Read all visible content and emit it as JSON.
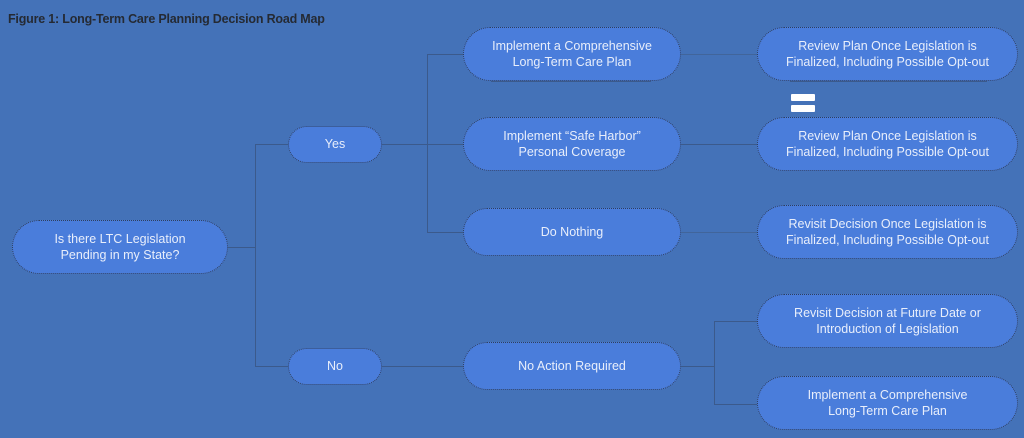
{
  "figure": {
    "title": "Figure 1: Long-Term Care Planning Decision Road Map",
    "background_color": "#4472b8",
    "node_fill_color": "#4a7ddb",
    "node_border_color": "#2f3f5c",
    "node_text_color": "#e8eefb",
    "title_color": "#252a33",
    "connector_color": "#3b5a8c"
  },
  "nodes": {
    "root": {
      "line1": "Is there LTC Legislation",
      "line2": "Pending in my State?"
    },
    "branch_yes": {
      "label": "Yes"
    },
    "branch_no": {
      "label": "No"
    },
    "yes_children": [
      {
        "line1": "Implement a Comprehensive",
        "line2": "Long-Term Care Plan"
      },
      {
        "line1": "Implement “Safe Harbor”",
        "line2": "Personal Coverage"
      },
      {
        "line1": "Do Nothing",
        "line2": ""
      }
    ],
    "no_children": [
      {
        "line1": "No Action Required",
        "line2": ""
      }
    ],
    "outcomes": [
      {
        "line1": "Review Plan Once Legislation is",
        "line2": "Finalized, Including Possible Opt-out"
      },
      {
        "line1": "Review Plan Once Legislation is",
        "line2": "Finalized, Including Possible Opt-out"
      },
      {
        "line1": "Revisit Decision Once Legislation is",
        "line2": "Finalized, Including Possible Opt-out"
      },
      {
        "line1": "Revisit Decision at Future Date or",
        "line2": "Introduction of Legislation"
      },
      {
        "line1": "Implement a Comprehensive",
        "line2": "Long-Term Care Plan"
      }
    ]
  },
  "glyphs": {
    "equals": "equals-sign"
  },
  "chart_data": {
    "type": "diagram",
    "title": "Figure 1: Long-Term Care Planning Decision Road Map",
    "diagram_kind": "decision-tree",
    "orientation": "left-to-right",
    "levels": [
      "question",
      "answer",
      "action",
      "outcome"
    ],
    "edges": [
      {
        "from": "Is there LTC Legislation Pending in my State?",
        "to": "Yes"
      },
      {
        "from": "Is there LTC Legislation Pending in my State?",
        "to": "No"
      },
      {
        "from": "Yes",
        "to": "Implement a Comprehensive Long-Term Care Plan"
      },
      {
        "from": "Yes",
        "to": "Implement “Safe Harbor” Personal Coverage"
      },
      {
        "from": "Yes",
        "to": "Do Nothing"
      },
      {
        "from": "Implement a Comprehensive Long-Term Care Plan",
        "to": "Review Plan Once Legislation is Finalized, Including Possible Opt-out"
      },
      {
        "from": "Implement “Safe Harbor” Personal Coverage",
        "to": "Review Plan Once Legislation is Finalized, Including Possible Opt-out"
      },
      {
        "from": "Do Nothing",
        "to": "Revisit Decision Once Legislation is Finalized, Including Possible Opt-out"
      },
      {
        "from": "No",
        "to": "No Action Required"
      },
      {
        "from": "No Action Required",
        "to": "Revisit Decision at Future Date or Introduction of Legislation"
      },
      {
        "from": "No Action Required",
        "to": "Implement a Comprehensive Long-Term Care Plan"
      }
    ]
  }
}
